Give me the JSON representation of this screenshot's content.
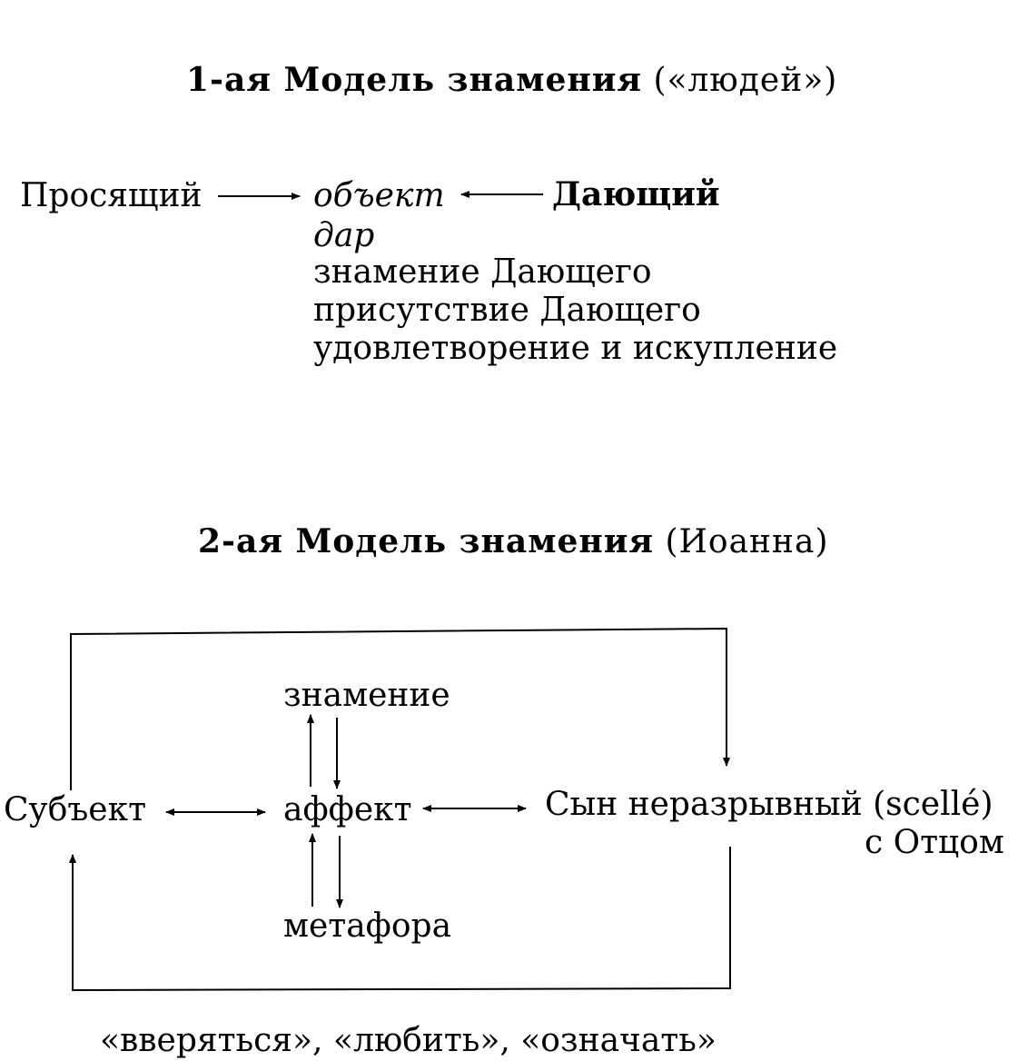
{
  "model1": {
    "title_main": "1-ая Модель знамения",
    "title_paren": "(«людей»)",
    "asker": "Просящий",
    "object": "объект",
    "giver": "Дающий",
    "list": [
      "дар",
      "знамение Дающего",
      "присутствие Дающего",
      "удовлетворение и искупление"
    ]
  },
  "model2": {
    "title_main": "2-ая Модель знамения",
    "title_paren": "(Иоанна)",
    "subject": "Субъект",
    "affect": "аффект",
    "sign": "знамение",
    "metaphor": "метафора",
    "son_line1": "Сын неразрывный (scellé)",
    "son_line2": "с Отцом",
    "caption": "«вверяться», «любить», «означать»"
  }
}
